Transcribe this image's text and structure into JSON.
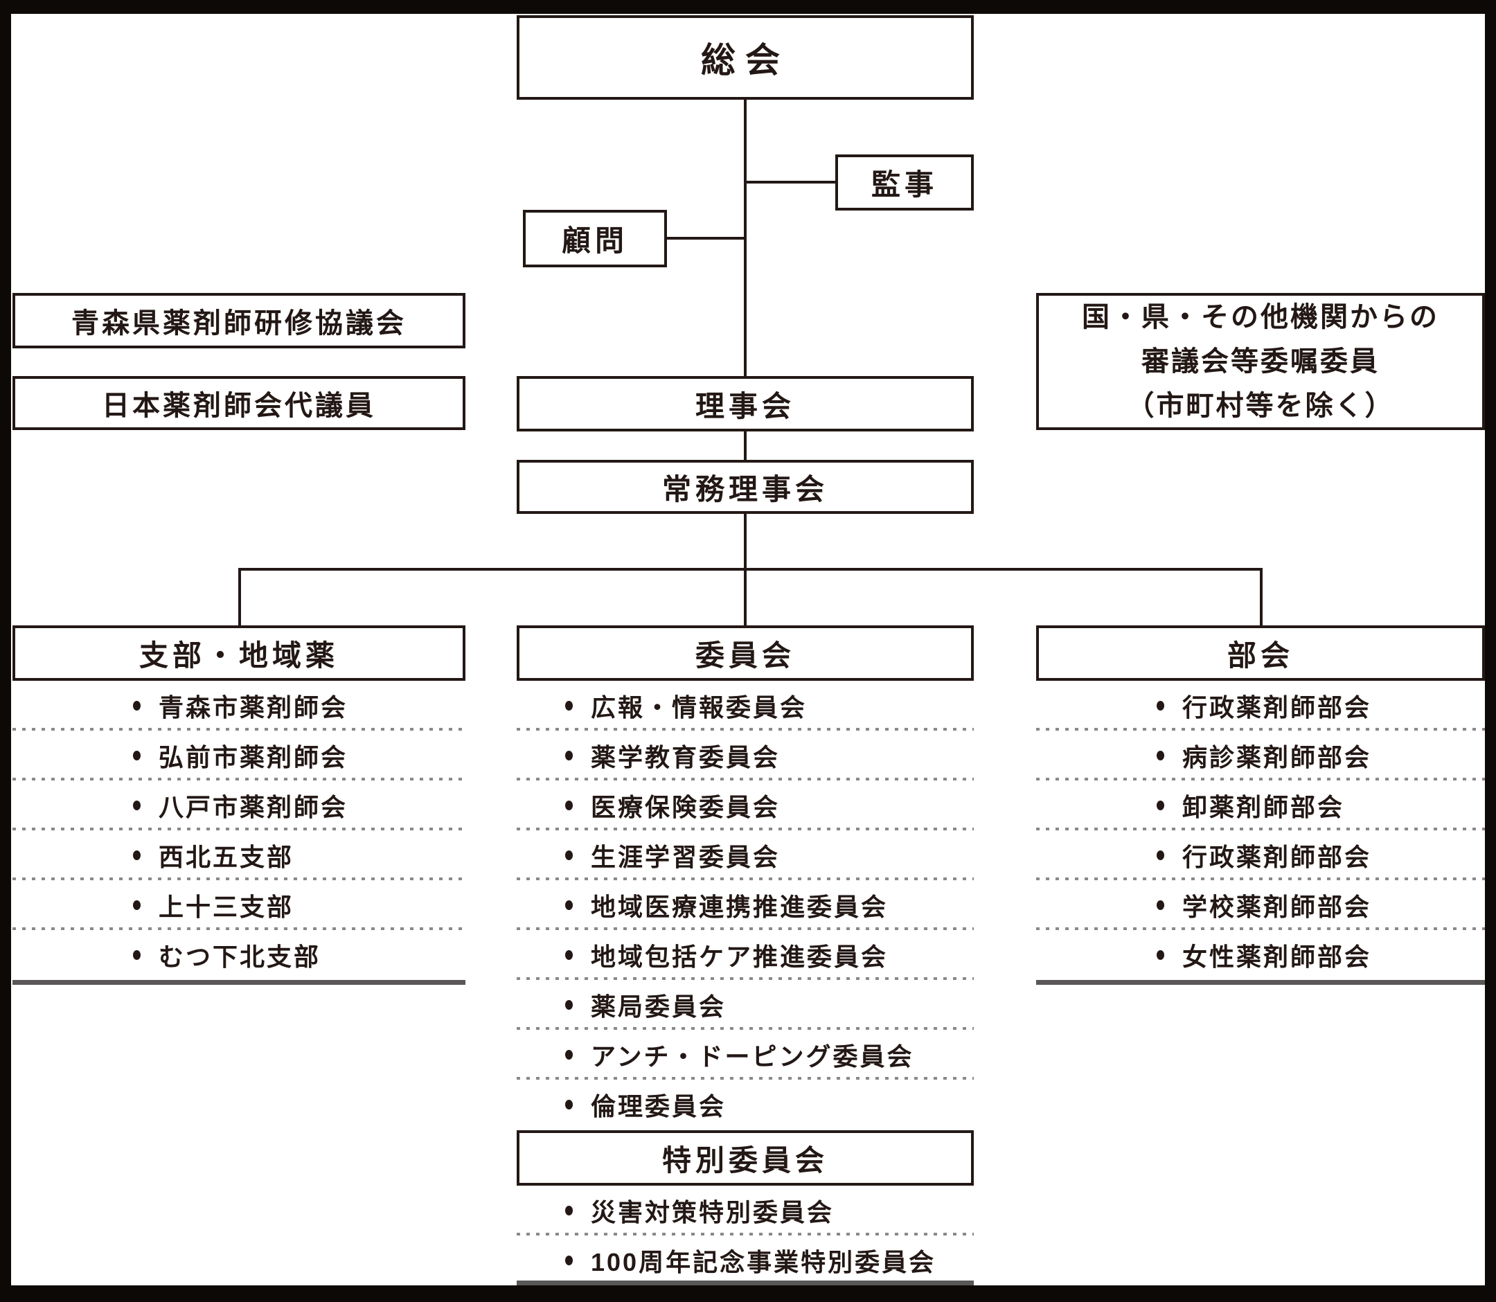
{
  "nodes": {
    "general_assembly": "総会",
    "auditors": "監事",
    "advisors": "顧問",
    "training_council": "青森県薬剤師研修協議会",
    "jpa_delegates": "日本薬剤師会代議員",
    "board": "理事会",
    "executive_board": "常務理事会",
    "external_committee": {
      "lines": [
        "国・県・その他機関からの",
        "審議会等委嘱委員",
        "（市町村等を除く）"
      ]
    }
  },
  "columns": {
    "branches": {
      "header": "支部・地域薬",
      "items": [
        "青森市薬剤師会",
        "弘前市薬剤師会",
        "八戸市薬剤師会",
        "西北五支部",
        "上十三支部",
        "むつ下北支部"
      ]
    },
    "committees": {
      "header": "委員会",
      "items": [
        "広報・情報委員会",
        "薬学教育委員会",
        "医療保険委員会",
        "生涯学習委員会",
        "地域医療連携推進委員会",
        "地域包括ケア推進委員会",
        "薬局委員会",
        "アンチ・ドーピング委員会",
        "倫理委員会"
      ]
    },
    "special_committees": {
      "header": "特別委員会",
      "items": [
        "災害対策特別委員会",
        "100周年記念事業特別委員会"
      ]
    },
    "sections": {
      "header": "部会",
      "items": [
        "行政薬剤師部会",
        "病診薬剤師部会",
        "卸薬剤師部会",
        "行政薬剤師部会",
        "学校薬剤師部会",
        "女性薬剤師部会"
      ]
    }
  },
  "colors": {
    "ink": "#231815",
    "dotted_separator": "#8a8888",
    "solid_separator": "#595757",
    "frame": "#0c0907",
    "paper": "#ffffff"
  }
}
